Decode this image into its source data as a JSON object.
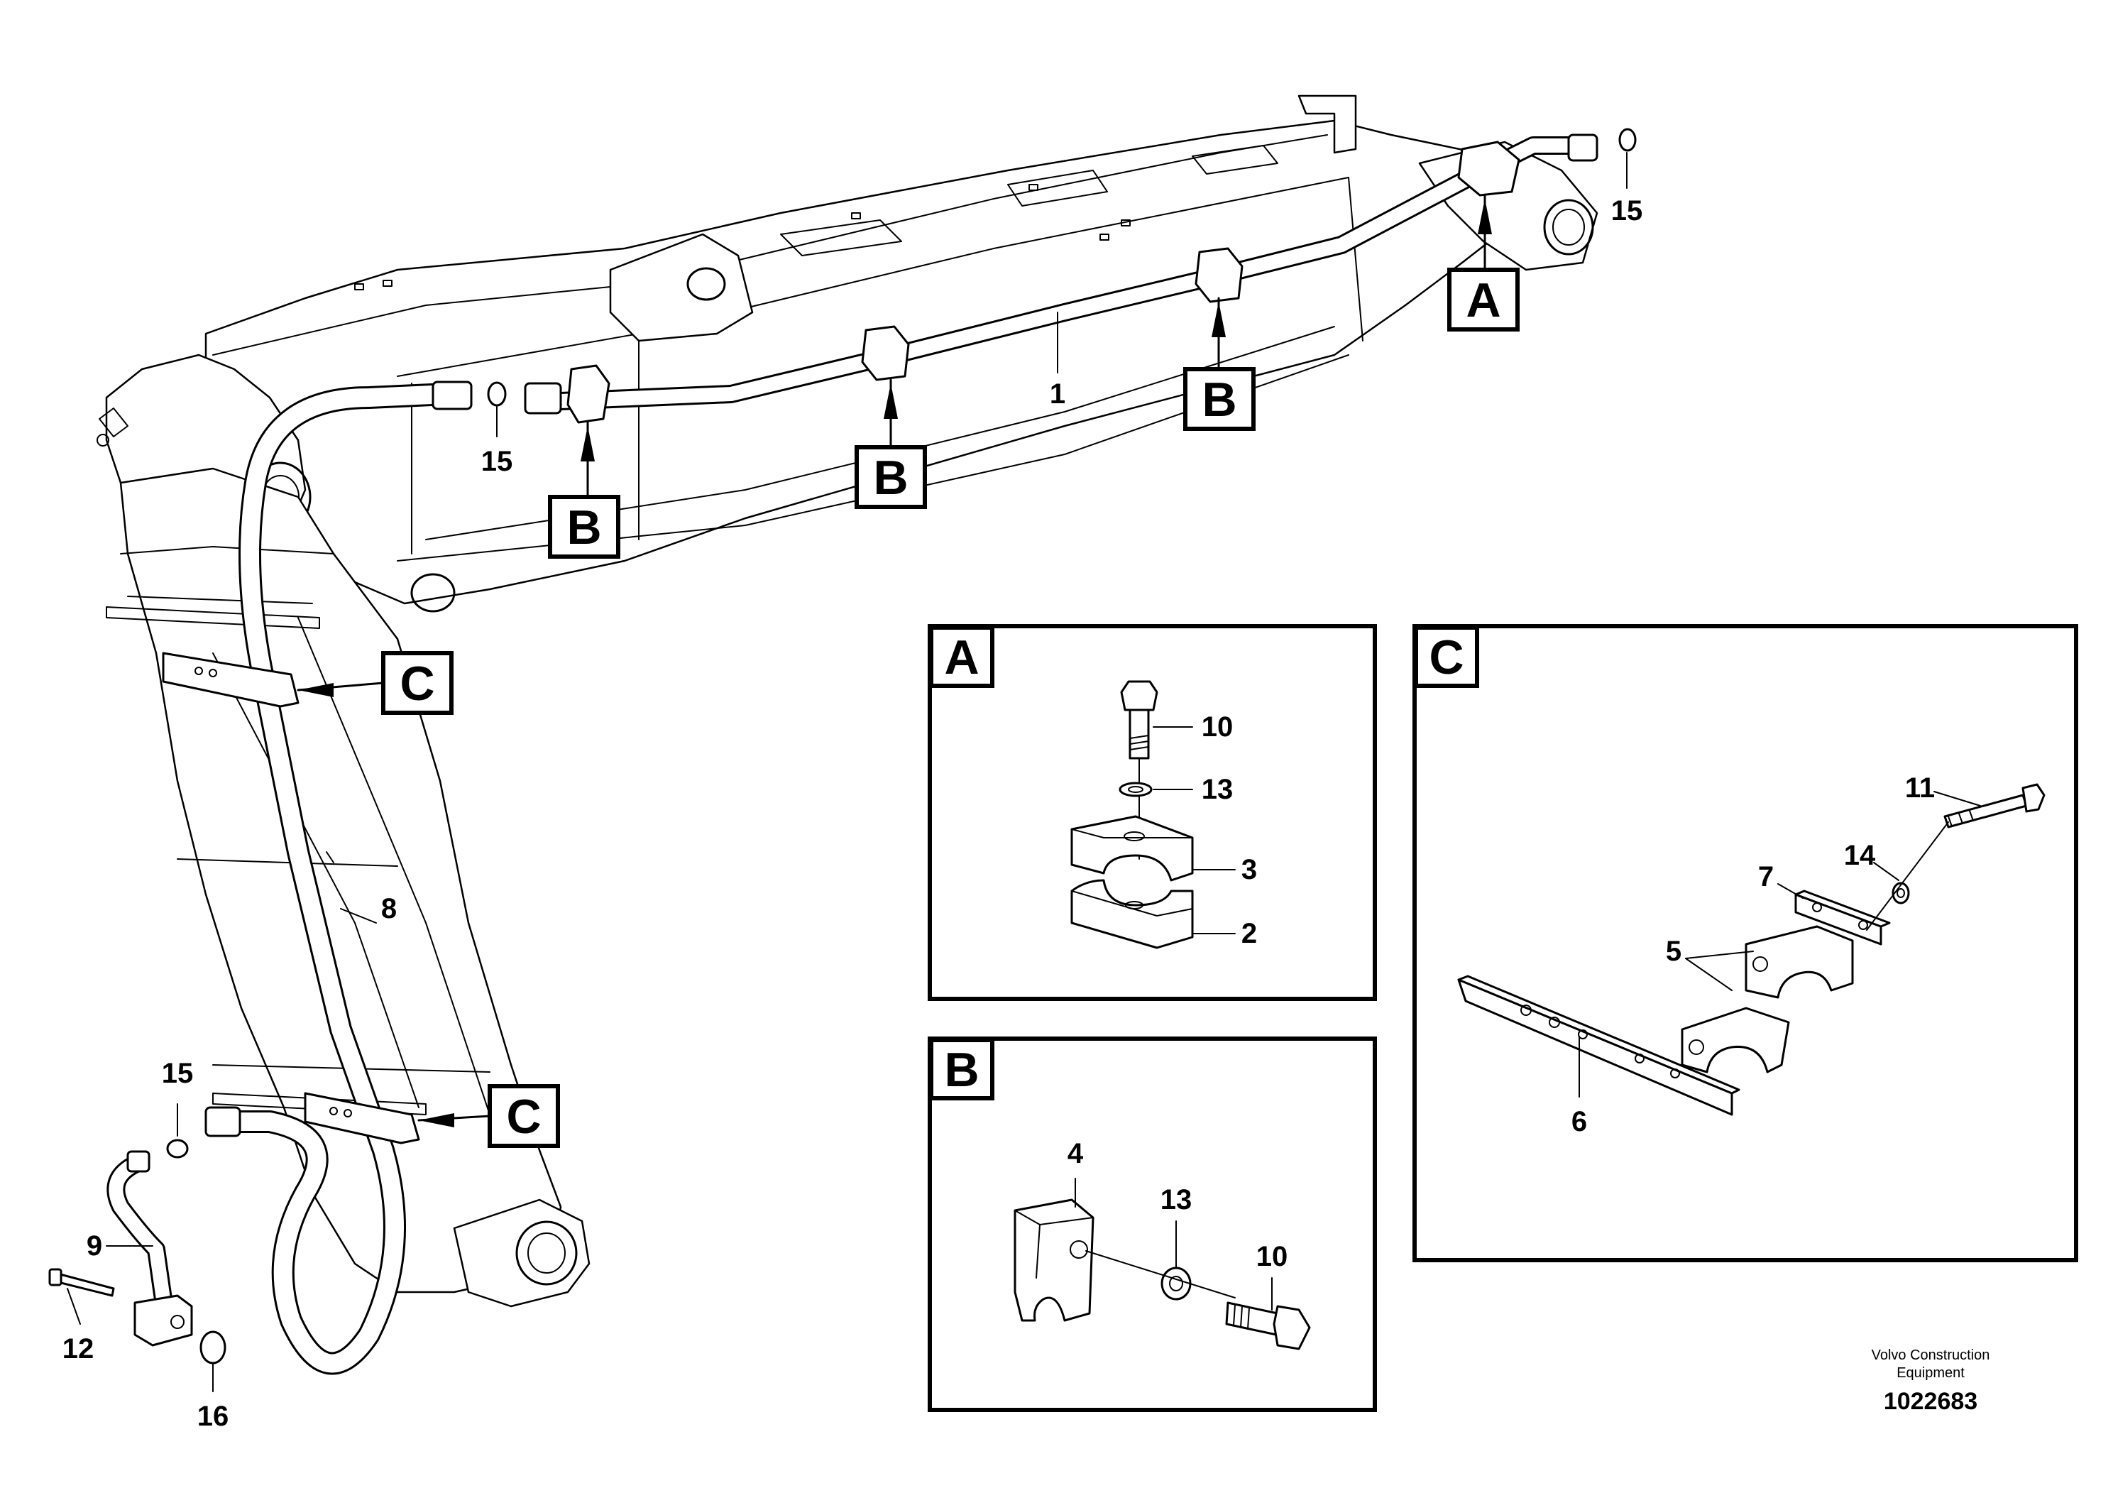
{
  "callouts": {
    "main": [
      "A",
      "B",
      "B",
      "B",
      "C",
      "C"
    ],
    "details": [
      "A",
      "B",
      "C"
    ]
  },
  "part_numbers": {
    "main": [
      "1",
      "8",
      "9",
      "12",
      "15",
      "15",
      "15",
      "16"
    ],
    "detail_a": [
      "10",
      "13",
      "3",
      "2"
    ],
    "detail_b": [
      "4",
      "13",
      "10"
    ],
    "detail_c": [
      "11",
      "14",
      "7",
      "5",
      "6"
    ]
  },
  "footer": {
    "brand_line1": "Volvo Construction",
    "brand_line2": "Equipment",
    "doc_number": "1022683"
  }
}
